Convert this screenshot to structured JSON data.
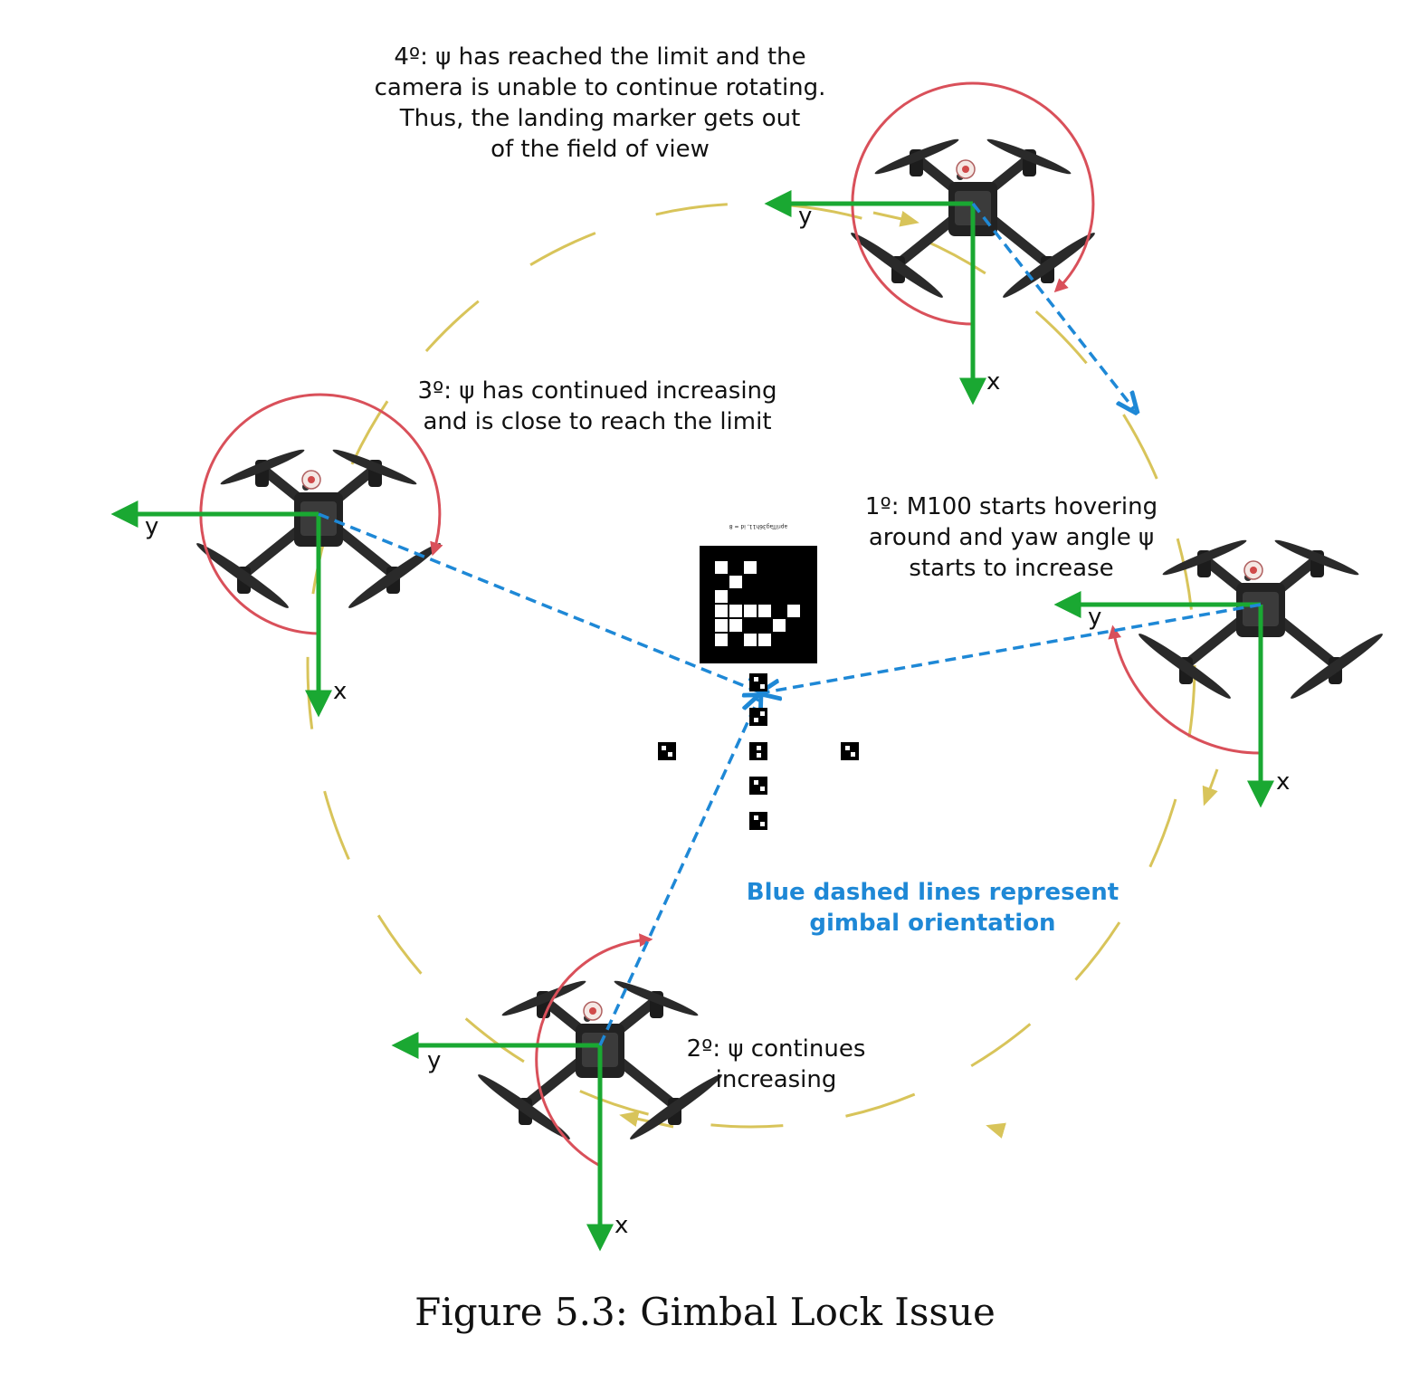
{
  "steps": {
    "step1": {
      "lines": [
        "1º: M100 starts hovering",
        "around and yaw angle ψ",
        "starts to increase"
      ]
    },
    "step2": {
      "lines": [
        "2º: ψ continues",
        "increasing"
      ]
    },
    "step3": {
      "lines": [
        "3º: ψ has continued increasing",
        "and is close to reach the limit"
      ]
    },
    "step4": {
      "lines": [
        "4º: ψ has reached the limit and the",
        "camera is unable to continue rotating.",
        "Thus, the landing marker gets out",
        "of the field of view"
      ]
    }
  },
  "legend": {
    "lines": [
      "Blue dashed lines represent",
      "gimbal orientation"
    ]
  },
  "axes": {
    "x_label": "x",
    "y_label": "y"
  },
  "marker": {
    "label": "aprilTag36h11, id = 8"
  },
  "caption": "Figure 5.3: Gimbal Lock Issue",
  "colors": {
    "frame_axes": "#1aa832",
    "gimbal": "#1e88d6",
    "yaw_arc": "#d9505a",
    "trajectory": "#d8c45a",
    "drone_body": "#2b2b2b"
  }
}
